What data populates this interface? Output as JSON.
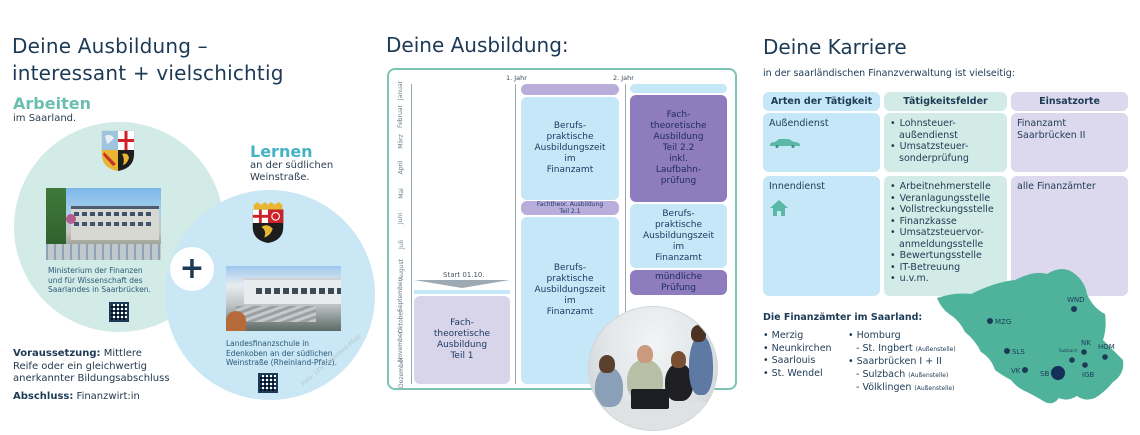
{
  "left_panel": {
    "title_line1": "Deine Ausbildung –",
    "title_line2": "interessant + vielschichtig",
    "arbeiten": {
      "heading": "Arbeiten",
      "subheading": "im Saarland.",
      "caption_lines": [
        "Ministerium der Finanzen",
        "und für Wissenschaft des",
        "Saarlandes in Saarbrücken."
      ]
    },
    "plus_symbol": "+",
    "lernen": {
      "heading": "Lernen",
      "subheading_line1": "an der südlichen",
      "subheading_line2": "Weinstraße.",
      "caption_lines": [
        "Landesfinanzschule in",
        "Edenkoben an der südlichen",
        "Weinstraße (Rheinland-Pfalz)."
      ]
    },
    "photo_credit": "Foto: LFS Rheinland-Pfalz",
    "requirement_label": "Voraussetzung:",
    "requirement_lines": [
      " Mittlere",
      "Reife oder ein gleichwertig",
      "anerkannter Bildungsabschluss"
    ],
    "degree_label": "Abschluss:",
    "degree_value": " Finanzwirt:in"
  },
  "middle_panel": {
    "title": "Deine Ausbildung:",
    "year_labels": [
      "1. Jahr",
      "2. Jahr"
    ],
    "months": [
      "Januar",
      "Februar",
      "März",
      "April",
      "Mai",
      "Juni",
      "Juli",
      "August",
      "September",
      "Oktober",
      "November",
      "Dezember"
    ],
    "start_label": "Start 01.10.",
    "blocks": {
      "col0_teil1": [
        "Fach-",
        "theoretische",
        "Ausbildung",
        "Teil 1"
      ],
      "col1_praxis1": [
        "Berufs-",
        "praktische",
        "Ausbildungszeit",
        "im",
        "Finanzamt"
      ],
      "col1_teil21": [
        "Fachtheor. Ausbildung",
        "Teil 2.1"
      ],
      "col1_praxis2": [
        "Berufs-",
        "praktische",
        "Ausbildungszeit",
        "im",
        "Finanzamt"
      ],
      "col2_teil22": [
        "Fach-",
        "theoretische",
        "Ausbildung",
        "Teil 2.2",
        "inkl.",
        "Laufbahn-",
        "prüfung"
      ],
      "col2_praxis": [
        "Berufs-",
        "praktische",
        "Ausbildungszeit",
        "im",
        "Finanzamt"
      ],
      "col2_muendlich": [
        "mündliche",
        "Prüfung"
      ]
    }
  },
  "right_panel": {
    "title": "Deine Karriere",
    "subtitle": "in der saarländischen Finanzverwaltung ist vielseitig:",
    "table": {
      "headers": [
        "Arten der Tätigkeit",
        "Tätigkeitsfelder",
        "Einsatzorte"
      ],
      "rows": [
        {
          "type": "Außendienst",
          "icon": "car-icon",
          "fields": [
            "Lohnsteuer-außendienst",
            "Umsatzsteuer-sonderprüfung"
          ],
          "location_lines": [
            "Finanzamt",
            "Saarbrücken II"
          ]
        },
        {
          "type": "Innendienst",
          "icon": "house-icon",
          "fields": [
            "Arbeitnehmerstelle",
            "Veranlagungsstelle",
            "Vollstreckungsstelle",
            "Finanzkasse",
            "Umsatzsteuervor-anmeldungsstelle",
            "Bewertungsstelle",
            "IT-Betreuung",
            "u.v.m."
          ],
          "location_lines": [
            "alle Finanzämter"
          ]
        }
      ]
    },
    "finanzaemter": {
      "title": "Die Finanzämter im Saarland:",
      "col1": [
        "Merzig",
        "Neunkirchen",
        "Saarlouis",
        "St. Wendel"
      ],
      "col2": [
        {
          "name": "Homburg",
          "sub": false,
          "note": ""
        },
        {
          "name": "- St. Ingbert",
          "sub": true,
          "note": "(Außenstelle)"
        },
        {
          "name": "Saarbrücken I + II",
          "sub": false,
          "note": ""
        },
        {
          "name": "- Sulzbach",
          "sub": true,
          "note": "(Außenstelle)"
        },
        {
          "name": "- Völklingen",
          "sub": true,
          "note": "(Außenstelle)"
        }
      ]
    },
    "map_labels": {
      "wnd": "WND",
      "mzg": "MZG",
      "sls": "SLS",
      "vk": "VK",
      "sb": "SB",
      "sulzbach": "Sulzbach",
      "nk": "NK",
      "igb": "IGB",
      "hom": "HOM"
    }
  },
  "colors": {
    "title": "#1c3a55",
    "arbeiten_accent": "#6cbfb0",
    "lernen_accent": "#46b3c5",
    "light_blue": "#c6e7f7",
    "mint": "#d2ebe6",
    "lavender": "#dcd9ee",
    "purple": "#8f7cbf",
    "map_teal": "#4fb39c",
    "timeline_border": "#7ec4b5"
  }
}
